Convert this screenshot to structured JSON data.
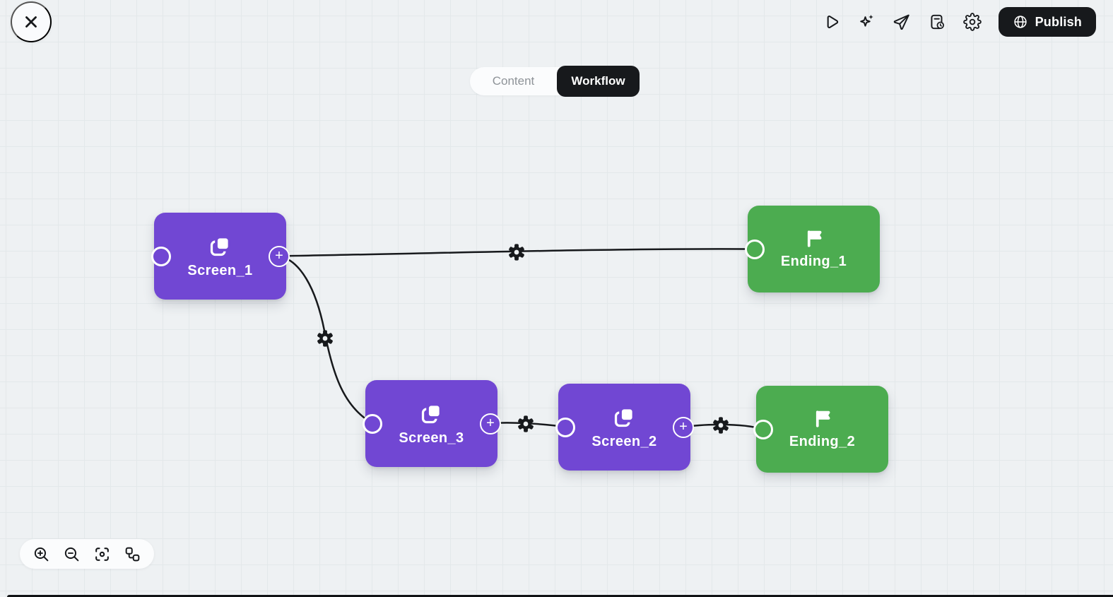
{
  "header": {
    "publish_label": "Publish",
    "icon_buttons": [
      "preview",
      "ai-assist",
      "share",
      "activity-log",
      "settings"
    ]
  },
  "mode_tabs": [
    {
      "label": "Content",
      "active": false
    },
    {
      "label": "Workflow",
      "active": true
    }
  ],
  "canvas": {
    "nodes": [
      {
        "id": "screen_1",
        "type": "screen",
        "label": "Screen_1"
      },
      {
        "id": "ending_1",
        "type": "ending",
        "label": "Ending_1"
      },
      {
        "id": "screen_3",
        "type": "screen",
        "label": "Screen_3"
      },
      {
        "id": "screen_2",
        "type": "screen",
        "label": "Screen_2"
      },
      {
        "id": "ending_2",
        "type": "ending",
        "label": "Ending_2"
      }
    ],
    "edges": [
      {
        "from": "Screen_1",
        "to": "Ending_1"
      },
      {
        "from": "Screen_1",
        "to": "Screen_3"
      },
      {
        "from": "Screen_3",
        "to": "Screen_2"
      },
      {
        "from": "Screen_2",
        "to": "Ending_2"
      }
    ],
    "add_button_glyph": "+"
  },
  "zoom_toolbar": [
    "zoom-in",
    "zoom-out",
    "fit-view",
    "auto-layout"
  ],
  "icons": {
    "close": "x",
    "preview": "play-outline",
    "ai_assist": "sparkles",
    "share": "paper-plane",
    "activity_log": "document-clock",
    "settings": "gear-outline",
    "publish": "globe",
    "edge_settings": "gear-solid",
    "screen_node": "layers-squares",
    "ending_node": "flag",
    "zoom_in": "magnifier-plus",
    "zoom_out": "magnifier-minus",
    "fit_view": "focus-frame",
    "auto_layout": "workflow-nodes"
  },
  "colors": {
    "screen_node": "#7147d3",
    "ending_node": "#4cac50",
    "dark": "#17191c",
    "canvas_bg": "#eef1f3",
    "grid_line": "#e3e8ea",
    "edge": "#17191c"
  }
}
